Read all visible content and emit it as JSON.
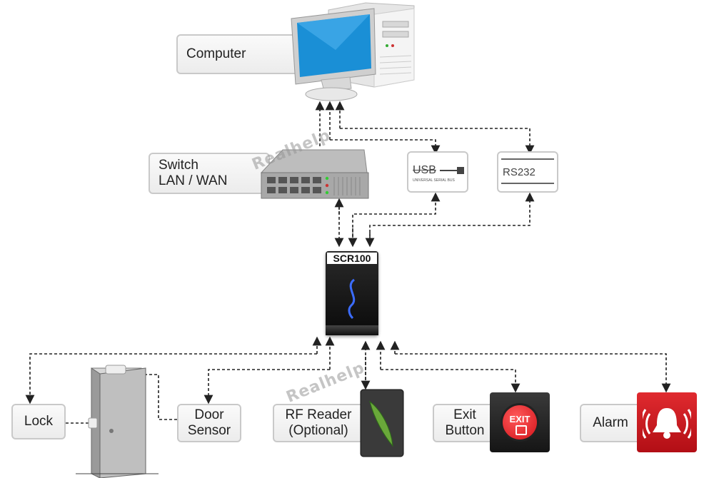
{
  "nodes": {
    "computer": "Computer",
    "switch": "Switch\nLAN / WAN",
    "usb": "USB",
    "usb_sub": "UNIVERSAL SERIAL BUS",
    "rs232": "RS232",
    "controller": "SCR100",
    "lock": "Lock",
    "door_sensor": "Door\nSensor",
    "rf_reader": "RF Reader\n(Optional)",
    "exit_button": "Exit\nButton",
    "exit_sign": "EXIT",
    "alarm": "Alarm"
  },
  "watermarks": [
    "Realhelp",
    "Realhelp"
  ],
  "colors": {
    "connector": "#222222",
    "box_border": "#c9c9c9",
    "exit_red": "#e01e24",
    "alarm_red": "#c8141b",
    "leaf_green": "#6aa83a"
  },
  "icons": [
    "computer-icon",
    "network-switch-icon",
    "usb-port-icon",
    "rs232-port-icon",
    "scr100-device-icon",
    "door-icon",
    "rf-reader-icon",
    "exit-button-icon",
    "alarm-bell-icon"
  ]
}
